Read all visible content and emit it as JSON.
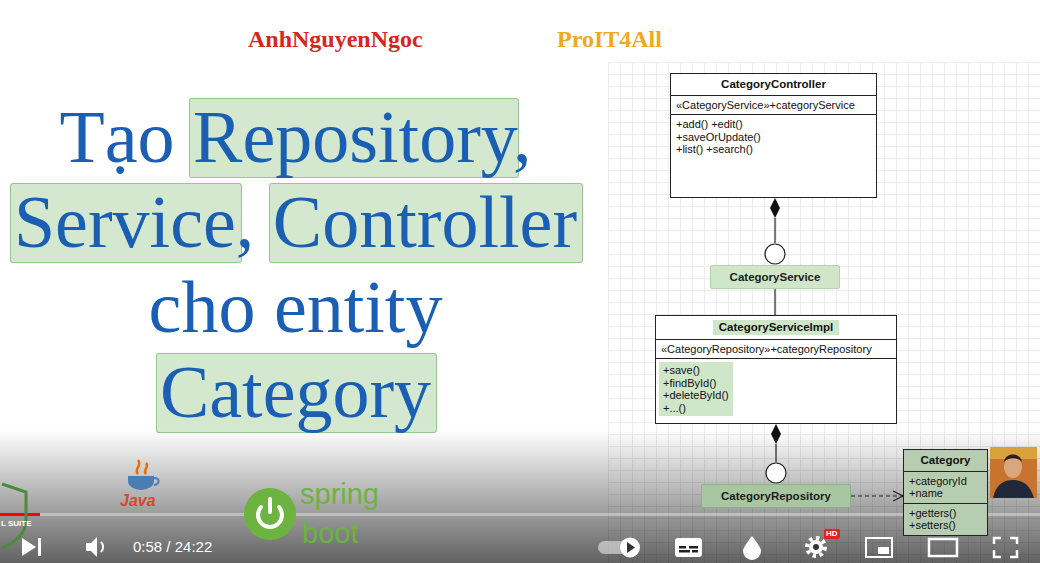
{
  "diagram": {
    "title": "Tạo Repository, Service, Controller cho entity Category",
    "nodes": [
      {
        "text": [
          "CategoryController",
          "«CategoryService»+categoryService",
          "+add() +edit() +saveOrUpdate() +list() +search()"
        ]
      },
      {
        "text": [
          "CategoryService"
        ]
      },
      {
        "text": [
          "CategoryServiceImpl",
          "«CategoryRepository»+categoryRepository",
          "+save() +findById() +deleteById() +...()"
        ]
      },
      {
        "text": [
          "CategoryRepository"
        ]
      },
      {
        "text": [
          "Category",
          "+categoryId +name",
          "+getters() +setters()"
        ]
      }
    ],
    "edges": [
      {
        "from": 0,
        "to": 1,
        "arrow": "none"
      },
      {
        "from": 1,
        "to": 2,
        "arrow": "none"
      },
      {
        "from": 2,
        "to": 3,
        "arrow": "none"
      },
      {
        "from": 3,
        "to": 4,
        "arrow": "to"
      }
    ],
    "labels": [
      "AnhNguyenNgoc",
      "ProIT4All",
      "L SUITE",
      "Java",
      "spring",
      "boot",
      "0:58 / 24:22",
      "HD"
    ]
  }
}
